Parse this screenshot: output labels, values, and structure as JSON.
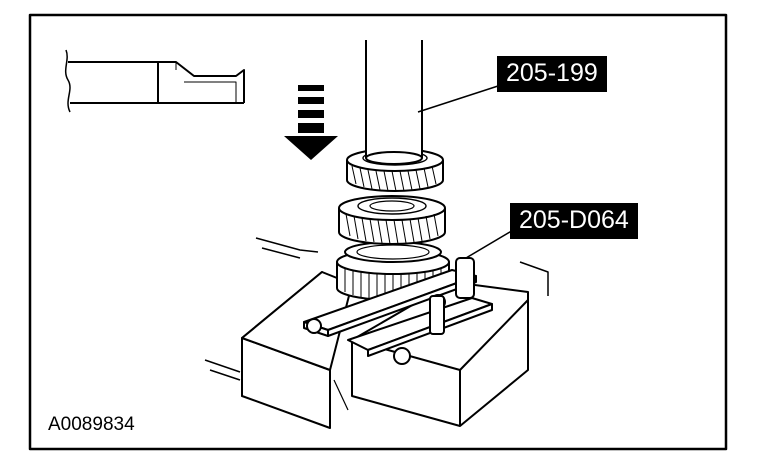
{
  "callouts": {
    "tool_a": "205-199",
    "tool_b": "205-D064"
  },
  "figure_id": "A0089834",
  "colors": {
    "line": "#000000",
    "fill": "#ffffff",
    "label_bg": "#000000",
    "label_text": "#ffffff"
  }
}
